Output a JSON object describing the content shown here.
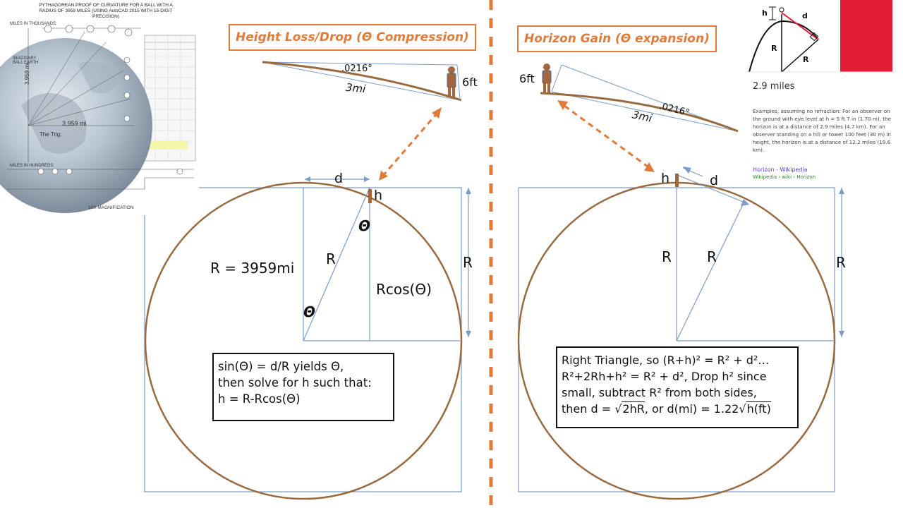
{
  "left_panel": {
    "title": "Height Loss/Drop (Θ Compression)",
    "angle_label": ".0216°",
    "arc_label": "3mi",
    "person_height": "6ft",
    "d_label": "d",
    "h_label": "h",
    "theta_top": "Θ",
    "theta_center": "Θ",
    "radius_text": "R = 3959mi",
    "radius_symbol": "R",
    "rcos_label": "Rcos(Θ)",
    "side_R": "R",
    "equation_lines": [
      "sin(Θ) = d/R yields Θ,",
      "then solve for h such that:",
      "h = R-Rcos(Θ)"
    ]
  },
  "right_panel": {
    "title": "Horizon Gain (Θ expansion)",
    "angle_label": ".0216°",
    "arc_label": "3mi",
    "person_height": "6ft",
    "h_label": "h",
    "d_label": "d",
    "radius_left": "R",
    "radius_diag": "R",
    "side_R": "R",
    "equation": {
      "line1": "Right Triangle, so (R+h)² = R² + d²…",
      "line2": "R²+2Rh+h² = R² + d², Drop h² since",
      "line3": "small, subtract R² from both sides,",
      "line4_a": "then d = ",
      "line4_sqrt1": "2hR",
      "line4_b": ", or d(mi) = 1.22",
      "line4_sqrt2": "h(ft)"
    }
  },
  "wiki_card": {
    "diagram_labels": {
      "h": "h",
      "d": "d",
      "R1": "R",
      "R2": "R"
    },
    "distance": "2.9 miles",
    "snippet": "Examples, assuming no refraction: For an observer on the ground with eye level at h = 5 ft 7 in (1.70 m), the horizon is at a distance of 2.9 miles (4.7 km). For an observer standing on a hill or tower 100 feet (30 m) in height, the horizon is at a distance of 12.2 miles (19.6 km).",
    "link": "Horizon - Wikipedia",
    "crumbs": "Wikipedia › wiki › Horizon"
  },
  "doc_inset": {
    "heading": "PYTHAGOREAN PROOF OF CURVATURE FOR A BALL WITH A RADIUS OF 3959 MILES (USING AutoCAD 2015 WITH 15-DIGIT PRECISION)",
    "miles_thousands": "MILES IN THOUSANDS:",
    "miles_hundreds": "MILES IN HUNDREDS:",
    "imaginary": "IMAGINARY BALL EARTH",
    "radius_vertical": "3,959 mi",
    "radius_horizontal": "3,959 mi",
    "trig": "The Trig:",
    "magnification": "10X MAGNIFICATION"
  },
  "colors": {
    "accent_orange": "#e07b39",
    "earth_brown": "#9a6a3f",
    "frame_blue": "#7a9cc6",
    "wiki_red": "#e21b34",
    "wiki_link": "#5b3ed6"
  }
}
